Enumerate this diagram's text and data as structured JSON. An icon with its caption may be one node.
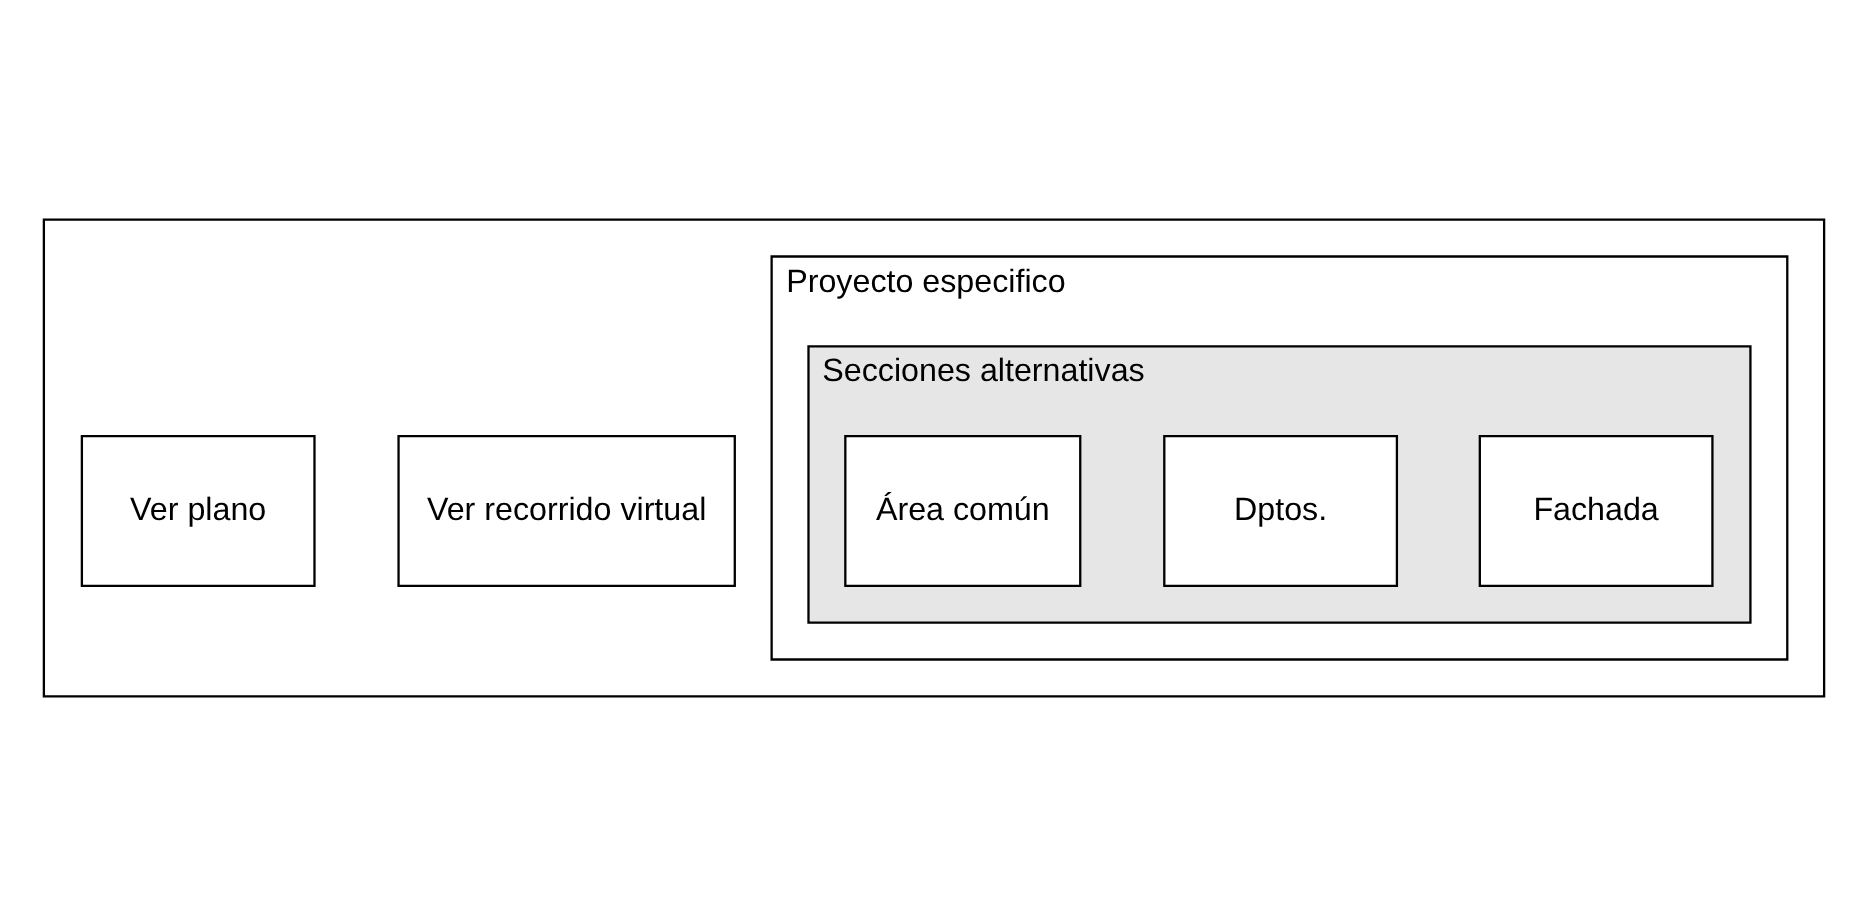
{
  "diagram": {
    "nodes": [
      {
        "text": [],
        "shape": "box"
      },
      {
        "text": [
          "Proyecto especifico"
        ],
        "in": 0
      },
      {
        "text": [
          "Secciones alternativas"
        ],
        "in": 1
      },
      {
        "text": [
          "Área común"
        ],
        "in": 2
      },
      {
        "text": [
          "Dptos."
        ],
        "in": 2
      },
      {
        "text": [
          "Fachada"
        ],
        "in": 2
      },
      {
        "text": [
          "Ver plano"
        ],
        "in": 0
      },
      {
        "text": [
          "Ver recorrido virtual"
        ],
        "in": 0
      }
    ],
    "edges": []
  }
}
